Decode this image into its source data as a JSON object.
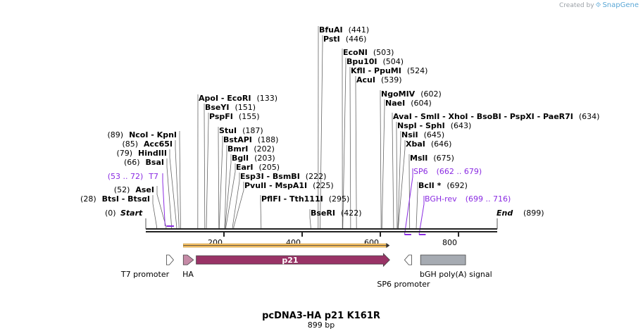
{
  "branding": {
    "created_by": "Created by",
    "brand_name": "SnapGene"
  },
  "map": {
    "title": "pcDNA3-HA p21 K161R",
    "length_label": "899 bp",
    "start_label": "Start",
    "start_pos": "(0)",
    "end_label": "End",
    "end_pos": "(899)",
    "scale_ticks": [
      "200",
      "400",
      "600",
      "800"
    ]
  },
  "sites": [
    {
      "text": "BfuAI",
      "pos": "(441)",
      "bp": 441
    },
    {
      "text": "PstI",
      "pos": "(446)",
      "bp": 446
    },
    {
      "text": "EcoNI",
      "pos": "(503)",
      "bp": 503
    },
    {
      "text": "Bpu10I",
      "pos": "(504)",
      "bp": 504
    },
    {
      "text": "KflI - PpuMI",
      "pos": "(524)",
      "bp": 524
    },
    {
      "text": "AcuI",
      "pos": "(539)",
      "bp": 539
    },
    {
      "text": "NgoMIV",
      "pos": "(602)",
      "bp": 602
    },
    {
      "text": "NaeI",
      "pos": "(604)",
      "bp": 604
    },
    {
      "text": "AvaI - SmlI - XhoI - BsoBI - PspXI - PaeR7I",
      "pos": "(634)",
      "bp": 634
    },
    {
      "text": "NspI - SphI",
      "pos": "(643)",
      "bp": 643
    },
    {
      "text": "NsiI",
      "pos": "(645)",
      "bp": 645
    },
    {
      "text": "XbaI",
      "pos": "(646)",
      "bp": 646
    },
    {
      "text": "MslI",
      "pos": "(675)",
      "bp": 675
    },
    {
      "text": "BclI *",
      "pos": "(692)",
      "bp": 692
    },
    {
      "text": "ApoI - EcoRI",
      "pos": "(133)",
      "bp": 133
    },
    {
      "text": "BseYI",
      "pos": "(151)",
      "bp": 151
    },
    {
      "text": "PspFI",
      "pos": "(155)",
      "bp": 155
    },
    {
      "text": "StuI",
      "pos": "(187)",
      "bp": 187
    },
    {
      "text": "BstAPI",
      "pos": "(188)",
      "bp": 188
    },
    {
      "text": "BmrI",
      "pos": "(202)",
      "bp": 202
    },
    {
      "text": "BglI",
      "pos": "(203)",
      "bp": 203
    },
    {
      "text": "EarI",
      "pos": "(205)",
      "bp": 205
    },
    {
      "text": "Esp3I - BsmBI",
      "pos": "(222)",
      "bp": 222
    },
    {
      "text": "PvuII - MspA1I",
      "pos": "(225)",
      "bp": 225
    },
    {
      "text": "PflFI - Tth111I",
      "pos": "(295)",
      "bp": 295
    },
    {
      "text": "BseRI",
      "pos": "(422)",
      "bp": 422
    },
    {
      "text": "NcoI - KpnI",
      "pos": "(89)",
      "bp": 89
    },
    {
      "text": "Acc65I",
      "pos": "(85)",
      "bp": 85
    },
    {
      "text": "HindIII",
      "pos": "(79)",
      "bp": 79
    },
    {
      "text": "BsaI",
      "pos": "(66)",
      "bp": 66
    },
    {
      "text": "AseI",
      "pos": "(52)",
      "bp": 52
    },
    {
      "text": "BtsI - BtsαI",
      "pos": "(28)",
      "bp": 28
    }
  ],
  "primers": [
    {
      "text": "T7",
      "range": "(53 .. 72)",
      "start": 53,
      "end": 72
    },
    {
      "text": "SP6",
      "range": "(662 .. 679)",
      "start": 662,
      "end": 679
    },
    {
      "text": "BGH-rev",
      "range": "(699 .. 716)",
      "start": 699,
      "end": 716
    }
  ],
  "features": [
    {
      "name": "T7 promoter",
      "start": 53,
      "end": 71,
      "color": "#ffffff",
      "dir": "right"
    },
    {
      "name": "HA",
      "start": 96,
      "end": 122,
      "color": "#c58aa6",
      "dir": "right"
    },
    {
      "name": "p21",
      "start": 129,
      "end": 624,
      "color": "#993366",
      "dir": "right"
    },
    {
      "name": "SP6 promoter",
      "start": 662,
      "end": 680,
      "color": "#ffffff",
      "dir": "left"
    },
    {
      "name": "bGH poly(A) signal",
      "start": 703,
      "end": 818,
      "color": "#a6abb2",
      "dir": "none"
    }
  ],
  "orf": {
    "start": 96,
    "end": 624,
    "color": "#f5c066"
  }
}
